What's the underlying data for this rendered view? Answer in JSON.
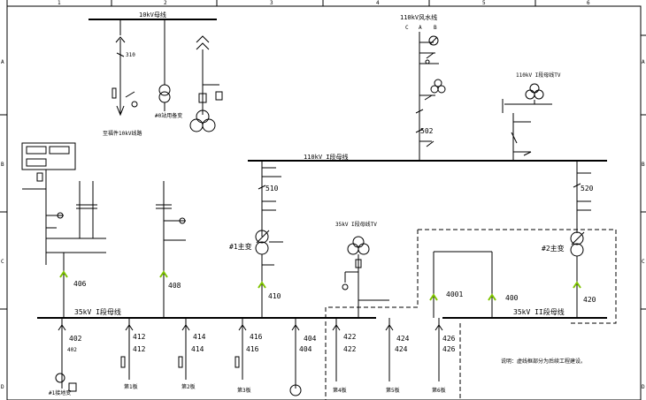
{
  "frame": {
    "columns": [
      "1",
      "2",
      "3",
      "4",
      "5",
      "6"
    ],
    "rows": [
      "A",
      "B",
      "C",
      "D"
    ]
  },
  "buses": {
    "kv10": "10kV母线",
    "kv110_wind": "110kV风水线",
    "kv110_i": "110kV I段母线",
    "kv35_i": "35kV I段母线",
    "kv35_ii": "35kV II段母线",
    "pt_35_i": "35kV I段母线TV",
    "pt_110": "110kV I段母线TV"
  },
  "transformers": {
    "t1": "#1主变",
    "t2": "#2主变"
  },
  "top_texts": {
    "feeder_310": "至福件10kV线路",
    "aux_tr": "#0站用备变"
  },
  "labels": {
    "q310": "310",
    "q502": "502",
    "q510": "510",
    "q520": "520",
    "q406": "406",
    "q408": "408",
    "q410": "410",
    "q400": "400",
    "q4001": "4001",
    "q420": "420",
    "q402": "402",
    "q412": "412",
    "q414": "414",
    "q416": "416",
    "q404": "404",
    "q422": "422",
    "q424": "424",
    "q426": "426"
  },
  "feeders": {
    "f402": "#1接地变",
    "f412": "第1板",
    "f414": "第2板",
    "f416": "第3板",
    "f422": "第4板",
    "f424": "第5板",
    "f426": "第6板"
  },
  "note": "说明：虚线框部分为后续工程建设。"
}
